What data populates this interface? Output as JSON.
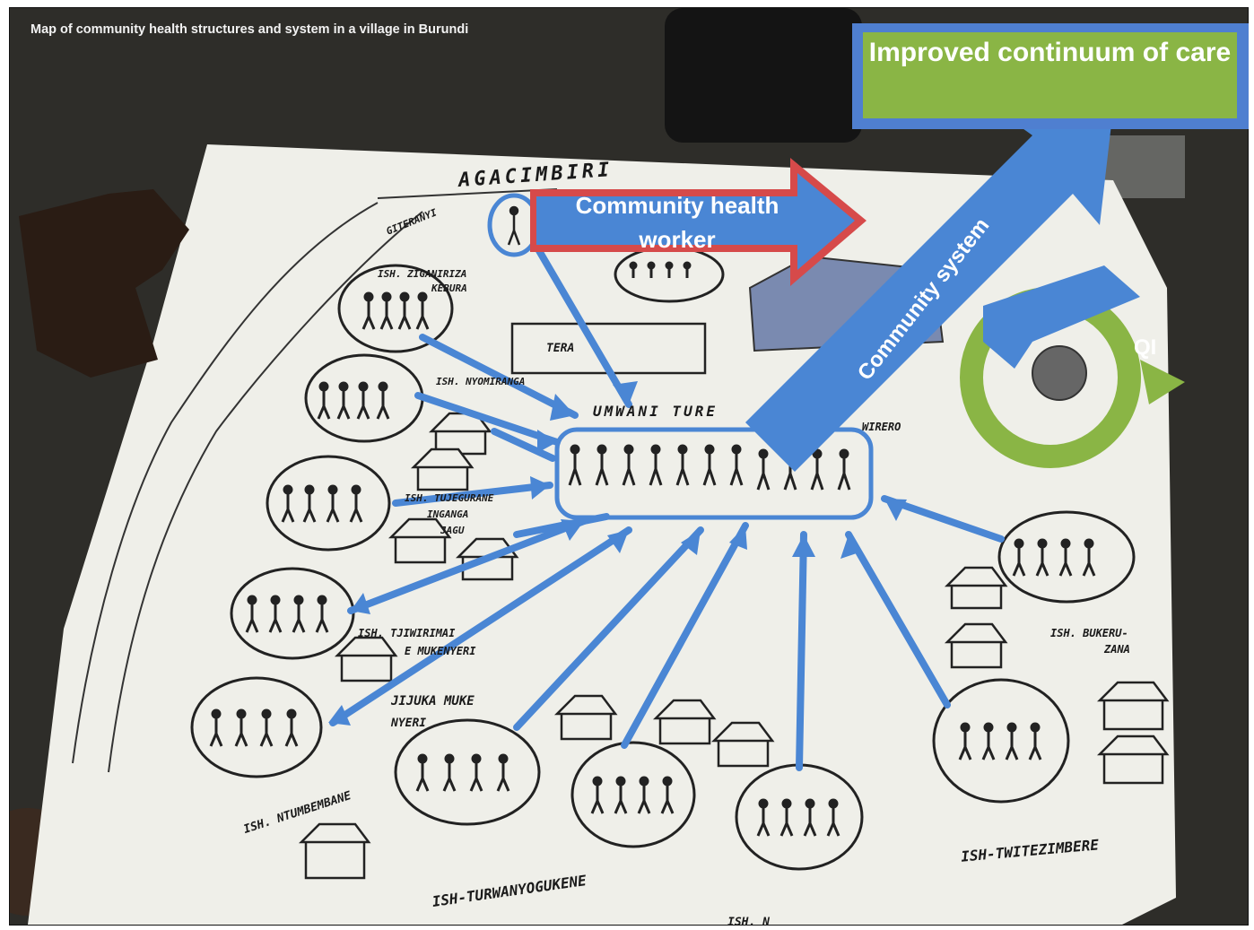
{
  "caption": "Map of community health structures and system in a village in Burundi",
  "outcome_label": "Improved continuum of care",
  "chw_label": "Community health worker",
  "community_system_label": "Community system",
  "qi_label": "QI",
  "map_labels": {
    "top": "AGACIMBIRI",
    "gitega": "GITERANYI",
    "zigamira": "ISH. ZIGANIRIZA",
    "kubura": "KEBURA",
    "mpanga": "ISH. NYOMIRANGA",
    "tujegura": "ISH. TUJEGURANE",
    "ubumwe": "INGANGA",
    "jagu": "JAGU",
    "tujamire": "ISH. TJIWIRIMAI",
    "nkenyere": "E MUKENYERI",
    "jijuka": "JIJUKA MUKE",
    "nyeri": "NYERI",
    "ntumberane": "ISH. NTUMBEMBANE",
    "turwanyo": "ISH-TURWANYOGUKENE",
    "bukeru": "ISH. BUKERU-",
    "zana": "ZANA",
    "twitezi": "ISH-TWITEZIMBERE",
    "umwani": "UMWANI TURE",
    "wirero": "WIRERO",
    "tera": "TERA",
    "bottom": "ISH. N"
  },
  "colors": {
    "arrow": "#4a86d4",
    "red": "#d64a4a",
    "green": "#8ab545",
    "paper": "#efefe9"
  }
}
